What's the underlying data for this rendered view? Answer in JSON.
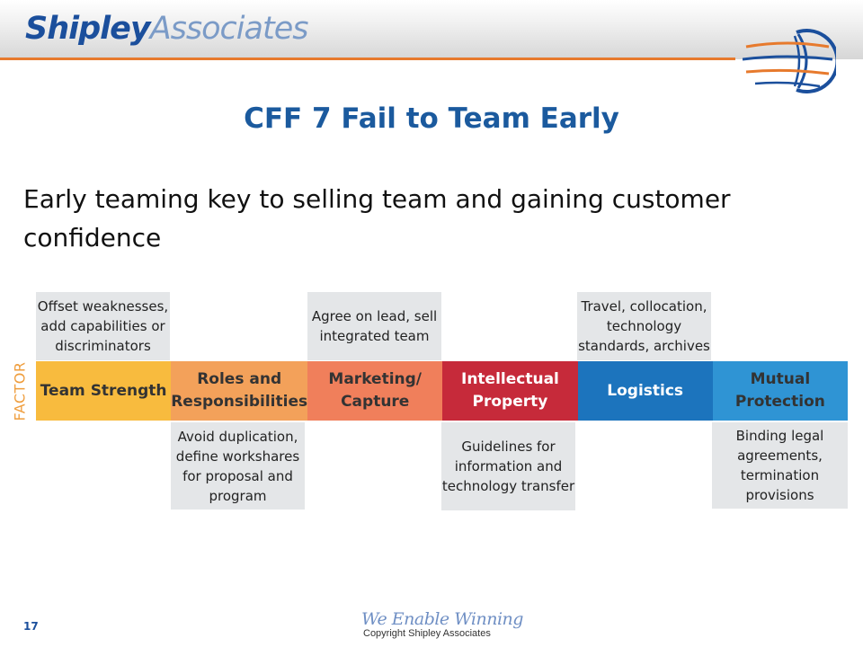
{
  "header": {
    "logo_part1": "Shipley",
    "logo_part2": "Associates"
  },
  "slide": {
    "title": "CFF 7 Fail to Team Early",
    "bullet": "Early teaming key to selling team and gaining customer confidence"
  },
  "diagram": {
    "axis_label": "FACTOR",
    "factors": [
      {
        "label": "Team Strength",
        "note": "Offset weaknesses, add capabilities or discriminators",
        "color": "#f8bb3e"
      },
      {
        "label": "Roles and Responsibilities",
        "note": "Avoid duplication, define workshares for proposal and program",
        "color": "#f3a15a"
      },
      {
        "label": "Marketing/ Capture",
        "note": "Agree on lead, sell integrated team",
        "color": "#f07f5b"
      },
      {
        "label": "Intellectual Property",
        "note": "Guidelines for information and technology transfer",
        "color": "#c62a3a"
      },
      {
        "label": "Logistics",
        "note": "Travel, collocation, technology standards, archives",
        "color": "#1c74bd"
      },
      {
        "label": "Mutual Protection",
        "note": "Binding legal agreements, termination provisions",
        "color": "#2f94d4"
      }
    ]
  },
  "footer": {
    "page_number": "17",
    "tagline": "We Enable Winning",
    "copyright": "Copyright Shipley Associates"
  },
  "colors": {
    "brand_blue": "#1b4f9c",
    "accent_orange": "#e77a2d",
    "note_gray": "#e4e6e8"
  }
}
